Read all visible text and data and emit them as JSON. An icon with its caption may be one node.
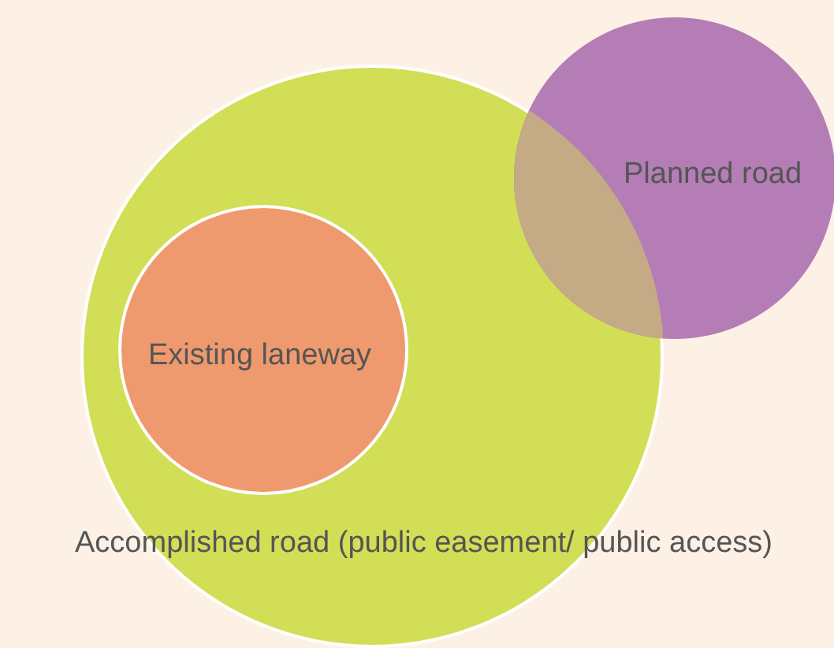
{
  "diagram": {
    "nodes": [
      {
        "text": [
          "Accomplished road (public easement/ public access)"
        ]
      },
      {
        "text": [
          "Existing laneway"
        ],
        "in": 0
      },
      {
        "text": [
          "Planned road"
        ]
      }
    ]
  }
}
